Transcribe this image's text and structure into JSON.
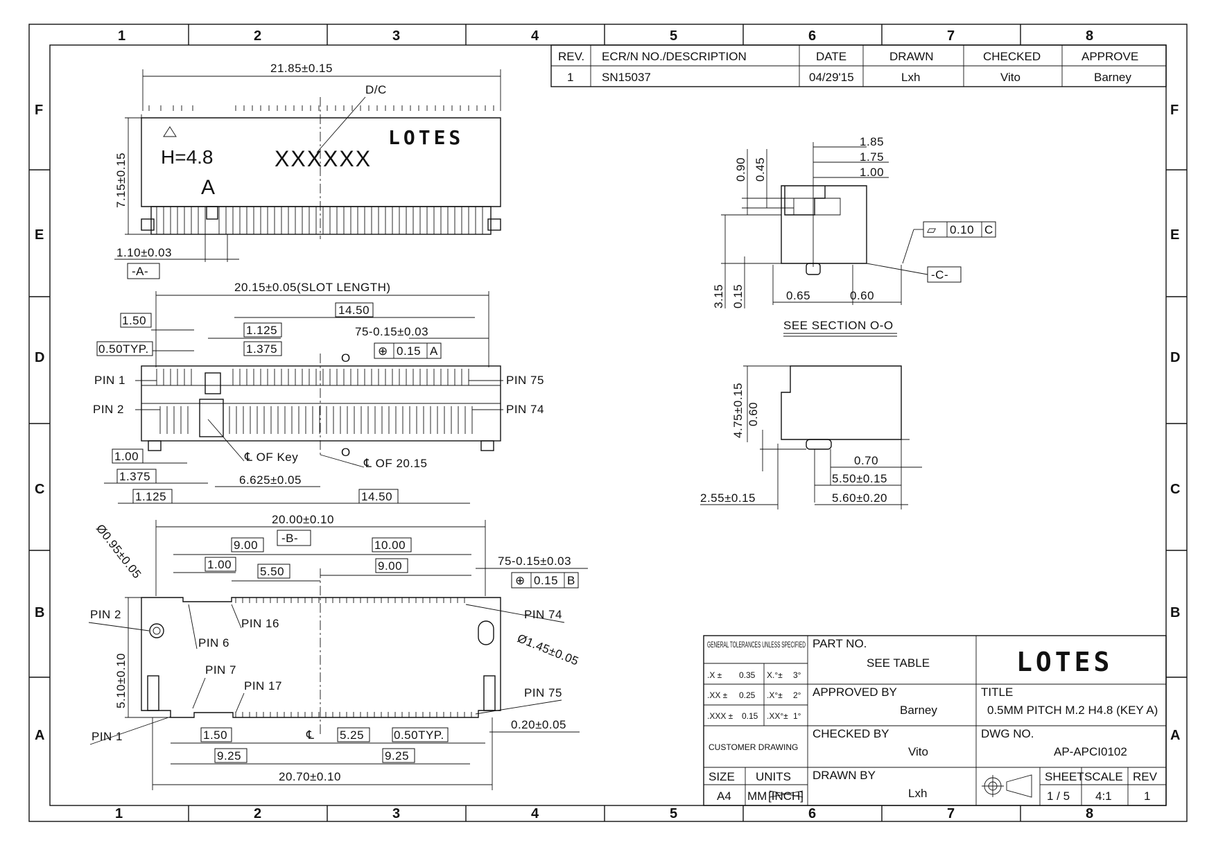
{
  "border": {
    "zones_top": [
      "1",
      "2",
      "3",
      "4",
      "5",
      "6",
      "7",
      "8"
    ],
    "zones_side": [
      "F",
      "E",
      "D",
      "C",
      "B",
      "A"
    ]
  },
  "revision_table": {
    "headers": [
      "REV.",
      "ECR/N NO./DESCRIPTION",
      "DATE",
      "DRAWN",
      "CHECKED",
      "APPROVE"
    ],
    "row": [
      "1",
      "SN15037",
      "04/29'15",
      "Lxh",
      "Vito",
      "Barney"
    ]
  },
  "top_view": {
    "width_dim": "21.85±0.15",
    "datecode_label": "D/C",
    "height_dim": "7.15±0.15",
    "height_mark": "H=4.8",
    "key_mark": "A",
    "datecode_text": "XXXXXX",
    "brand": "LOTES",
    "offset_dim": "1.10±0.03",
    "datum_a": "-A-"
  },
  "front_view": {
    "slot_length": "20.15±0.05(SLOT LENGTH)",
    "dims": [
      "1.50",
      "1.125",
      "14.50",
      "0.50TYP.",
      "1.375",
      "75-0.15±0.03"
    ],
    "position_tol": {
      "symbol": "⊕",
      "value": "0.15",
      "datum": "A"
    },
    "center_mark_top": "O",
    "center_mark_bottom": "O",
    "pins": [
      "PIN 1",
      "PIN 2",
      "PIN 75",
      "PIN 74"
    ],
    "bottom_dims": [
      "1.00",
      "1.375",
      "1.125",
      "6.625±0.05",
      "14.50"
    ],
    "cl_key": "℄ OF Key",
    "cl_slot": "℄ OF 20.15"
  },
  "footprint_view": {
    "width_dim": "20.00±0.10",
    "datum_b": "-B-",
    "dims_top": [
      "9.00",
      "10.00",
      "1.00",
      "5.50",
      "9.00",
      "75-0.15±0.03"
    ],
    "position_tol": {
      "symbol": "⊕",
      "value": "0.15",
      "datum": "B"
    },
    "hole_dia": "Ø0.95±0.05",
    "slot_dia": "Ø1.45±0.05",
    "height_dim": "5.10±0.10",
    "pins": [
      "PIN 2",
      "PIN 16",
      "PIN 6",
      "PIN 74",
      "PIN 7",
      "PIN 17",
      "PIN 75",
      "PIN 1"
    ],
    "bottom_dims": [
      "1.50",
      "℄",
      "5.25",
      "0.50TYP.",
      "0.20±0.05",
      "9.25",
      "9.25",
      "20.70±0.10"
    ]
  },
  "section_view": {
    "dims_top": [
      "1.85",
      "1.75",
      "1.00"
    ],
    "dims_left": [
      "0.90",
      "0.45",
      "3.15",
      "0.15"
    ],
    "dims_bottom": [
      "0.65",
      "0.60"
    ],
    "flatness": {
      "symbol": "▱",
      "value": "0.10",
      "datum": "C"
    },
    "datum_c": "-C-",
    "caption": "SEE SECTION O-O"
  },
  "side_view": {
    "dims": [
      "4.75±0.15",
      "0.60",
      "0.70",
      "5.50±0.15",
      "2.55±0.15",
      "5.60±0.20"
    ]
  },
  "title_block": {
    "tolerances": {
      "heading": "GENERAL TOLERANCES UNLESS SPECIFIED",
      "rows": [
        [
          ".X ±",
          "0.35",
          "X.°±",
          "3°"
        ],
        [
          ".XX ±",
          "0.25",
          ".X°±",
          "2°"
        ],
        [
          ".XXX ±",
          "0.15",
          ".XX°±",
          "1°"
        ]
      ]
    },
    "customer_drawing": "CUSTOMER DRAWING",
    "part_no_label": "PART NO.",
    "part_no": "SEE TABLE",
    "approved_label": "APPROVED BY",
    "approved": "Barney",
    "checked_label": "CHECKED BY",
    "checked": "Vito",
    "drawn_label": "DRAWN BY",
    "drawn": "Lxh",
    "brand": "LOTES",
    "title_label": "TITLE",
    "title": "0.5MM PITCH M.2 H4.8 (KEY A)",
    "dwg_label": "DWG NO.",
    "dwg": "AP-APCI0102",
    "size_label": "SIZE",
    "size": "A4",
    "units_label": "UNITS",
    "units_mm": "MM",
    "units_inch": "[INCH]",
    "sheet_label": "SHEET",
    "sheet": "1 / 5",
    "scale_label": "SCALE",
    "scale": "4:1",
    "rev_label": "REV",
    "rev": "1"
  }
}
